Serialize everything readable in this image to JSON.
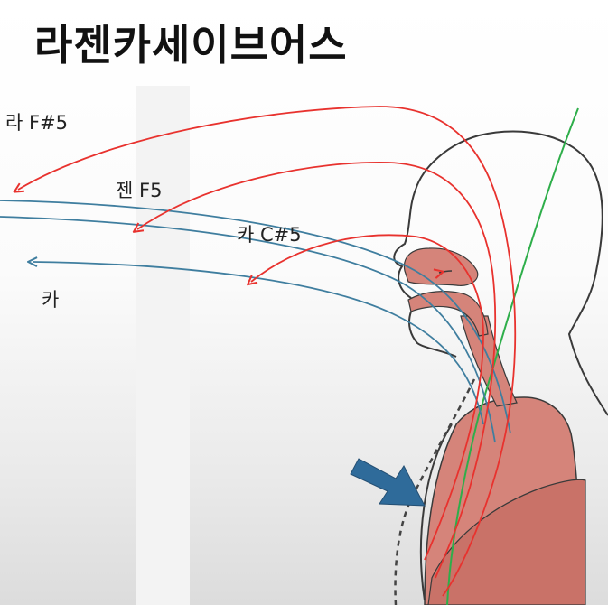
{
  "title": "라젠카세이브어스",
  "labels": {
    "ra": "라 F#5",
    "jen": "젠 F5",
    "ka1": "카 C#5",
    "ka2": "카"
  },
  "colors": {
    "red": "#e8322e",
    "blue": "#3f7e9f",
    "green": "#2eae4a",
    "outline": "#3a3a3a",
    "tissue": "#d5847a",
    "tissue_dark": "#b86a61",
    "arrow": "#2f6b9a"
  }
}
